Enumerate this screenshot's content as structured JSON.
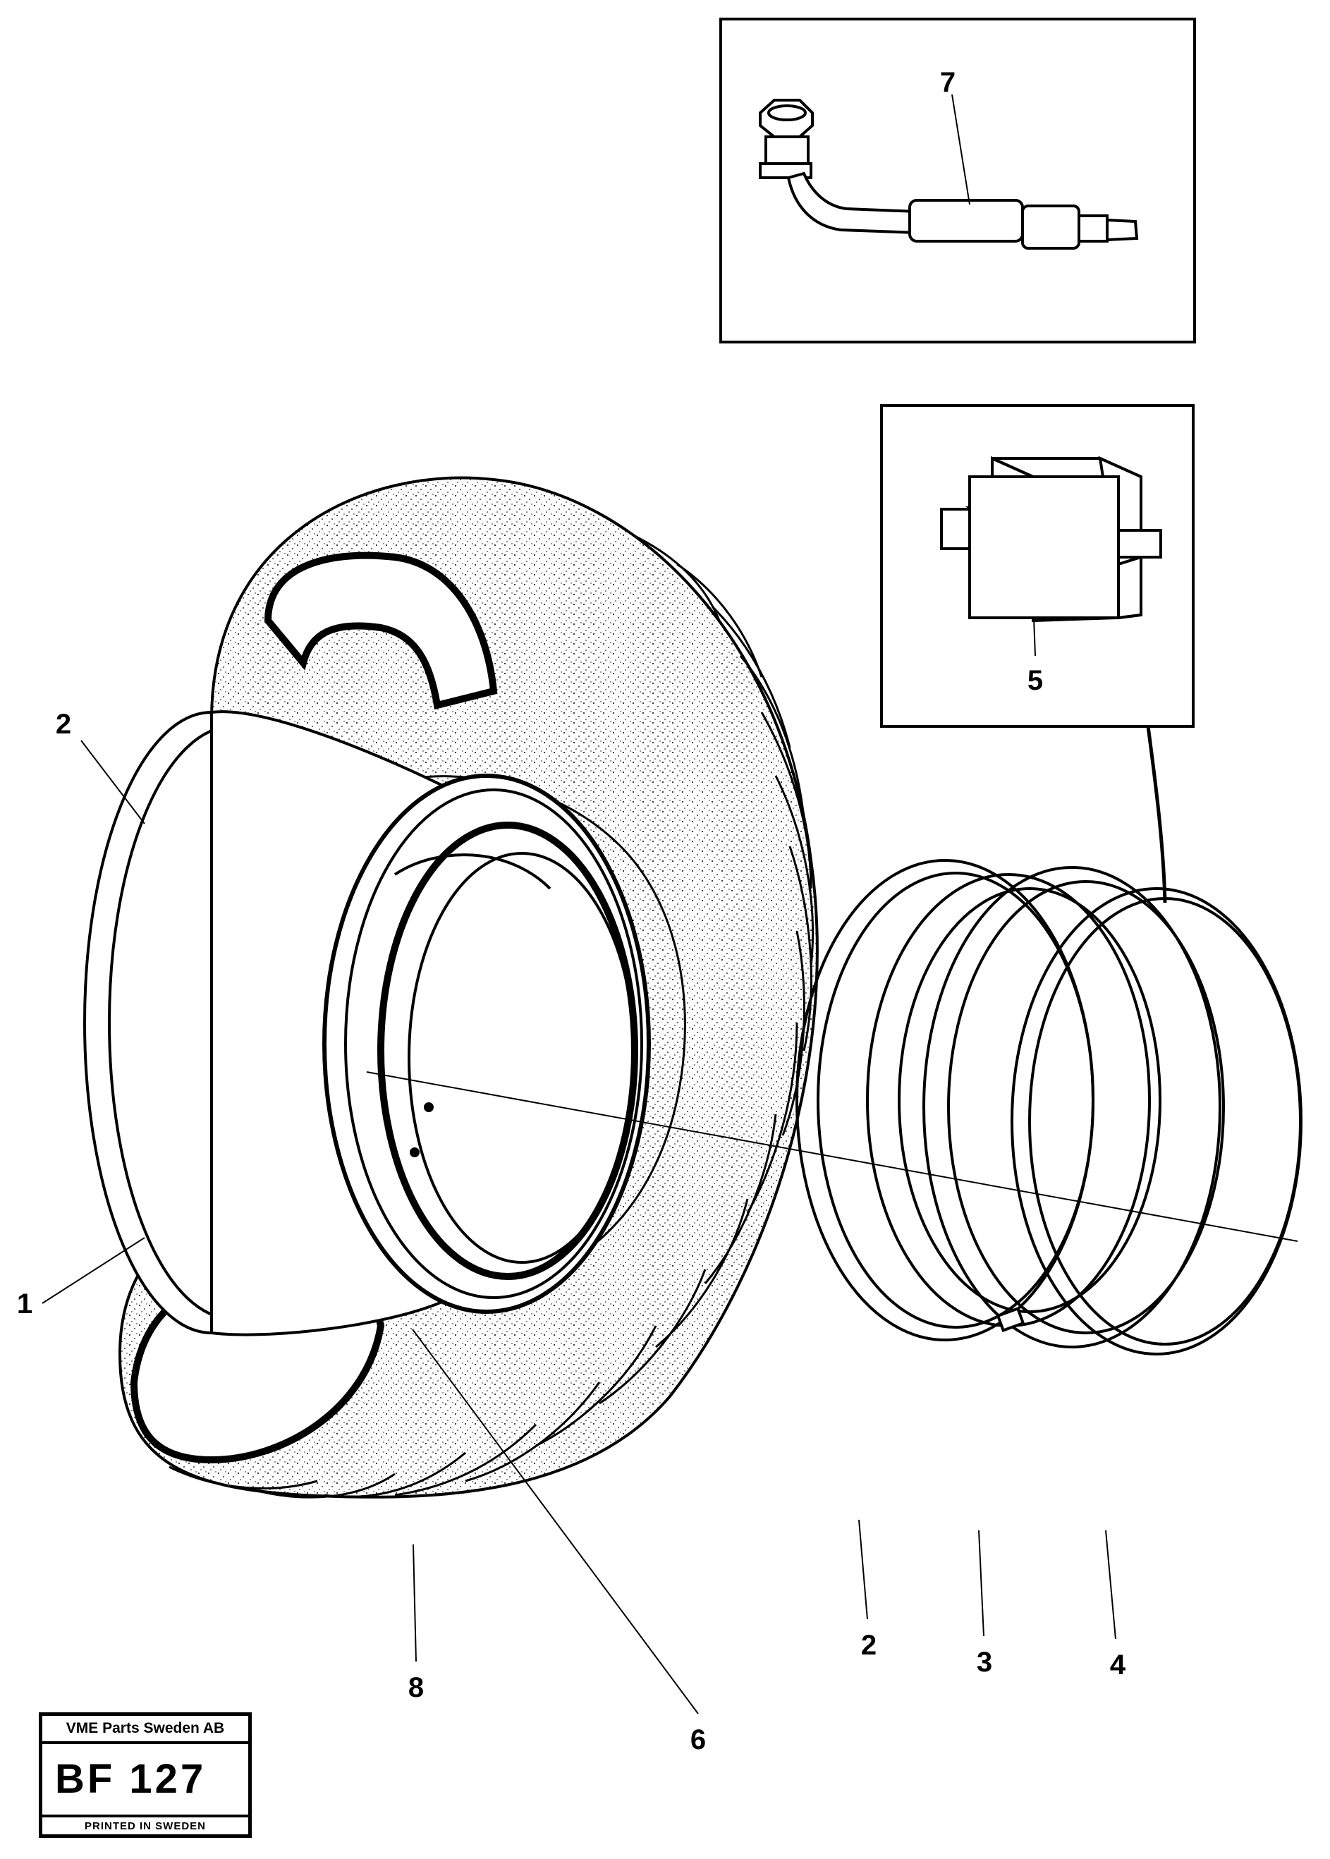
{
  "callouts": {
    "c7": "7",
    "c5": "5",
    "c2_left": "2",
    "c1": "1",
    "c6": "6",
    "c8": "8",
    "c2_right": "2",
    "c3": "3",
    "c4": "4"
  },
  "stamp": {
    "company": "VME Parts Sweden AB",
    "code": "BF 127",
    "printed": "PRINTED IN SWEDEN"
  }
}
